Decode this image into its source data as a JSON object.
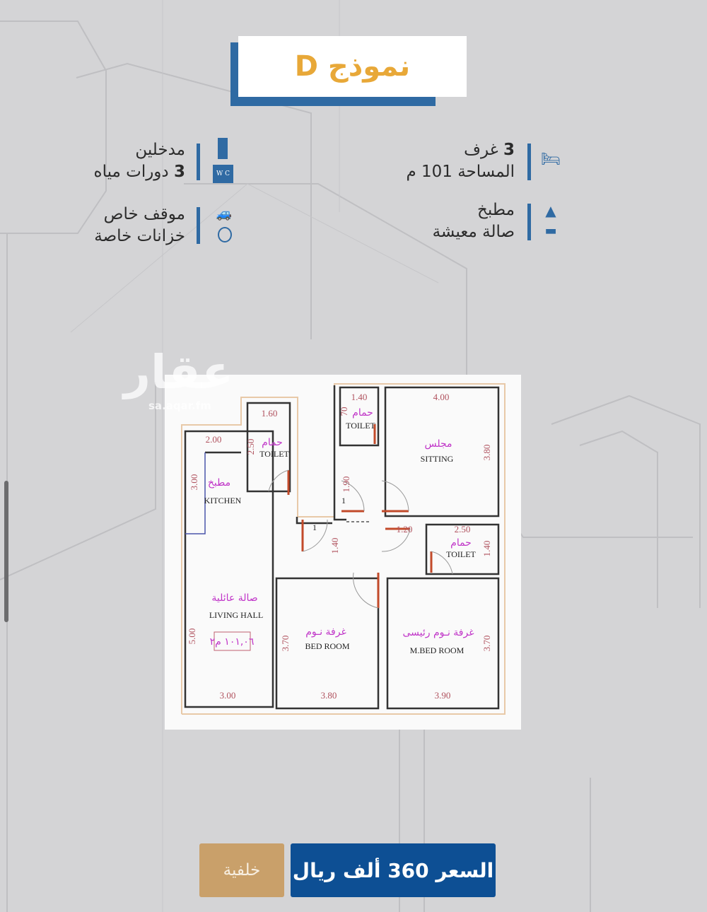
{
  "title": "نموذج D",
  "features": {
    "right": [
      {
        "icon": "bed-icon",
        "line1_num": "3",
        "line1": " غرف",
        "line2": "المساحة 101 م"
      },
      {
        "icon": "apron-icon",
        "line1": "مطبخ",
        "line2": "صالة معيشة",
        "icon2": "sofa-icon"
      }
    ],
    "left": [
      {
        "icon": "door-icon",
        "line1": "مدخلين",
        "line2_num": "3",
        "line2": " دورات مياه",
        "icon2": "wc-icon",
        "wc_text": "W C"
      },
      {
        "icon": "car-icon",
        "line1": "موقف خاص",
        "line2": "خزانات خاصة",
        "icon2": "water-tank-icon"
      }
    ]
  },
  "watermark": {
    "logo": "عقار",
    "site": "sa.aqar.fm"
  },
  "floor_plan": {
    "rooms": {
      "kitchen_ar": "مطبخ",
      "kitchen_en": "KITCHEN",
      "toilet_ar": "حمام",
      "toilet_en": "TOILET",
      "sitting_ar": "مجلس",
      "sitting_en": "SITTING",
      "living_ar": "صالة عائلية",
      "living_en": "LIVING  HALL",
      "bed_ar": "غرفة نـوم",
      "bed_en": "BED  ROOM",
      "mbed_ar": "غرفة نـوم رئيسى",
      "mbed_en": "M.BED  ROOM",
      "area": "١٠١,٠٦ م٢",
      "door_num": "1"
    },
    "dimensions": {
      "kitchen_w": "2.00",
      "kitchen_h": "3.00",
      "toilet1_w": "1.60",
      "toilet1_h": "2.50",
      "toilet2_w": "1.40",
      "toilet2_h": "70",
      "sitting_w": "4.00",
      "sitting_h": "3.80",
      "corridor_h": "1.90",
      "corridor_h2": "1.40",
      "corridor_w": "1.20",
      "toilet3_w": "2.50",
      "toilet3_h": "1.40",
      "living_h": "5.00",
      "living_w": "3.00",
      "bed_h": "3.70",
      "bed_w": "3.80",
      "mbed_h": "3.70",
      "mbed_w": "3.90"
    }
  },
  "buttons": {
    "price": "السعر 360 ألف ريال",
    "background": "خلفية"
  },
  "colors": {
    "brand_blue": "#2f6aa3",
    "title_orange": "#e8a838",
    "price_blue": "#0d4f94",
    "tan": "#c9a06a"
  }
}
